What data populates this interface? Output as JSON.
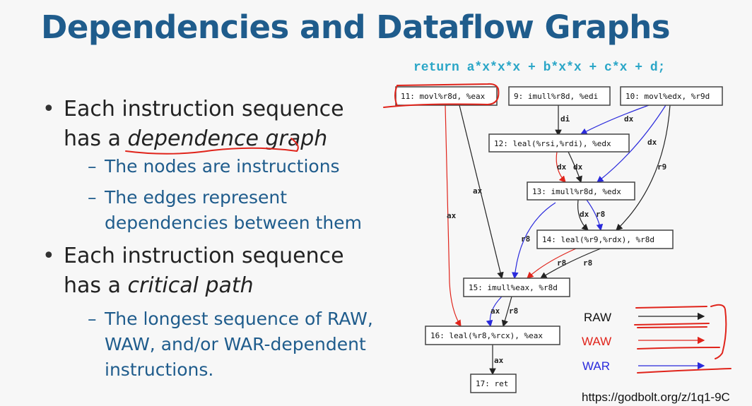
{
  "slide": {
    "title": "Dependencies and Dataflow Graphs",
    "bullets": [
      {
        "pre": "Each instruction sequence has a ",
        "emph": "dependence graph",
        "sub": [
          "The nodes are instructions",
          "The edges represent dependencies between them"
        ]
      },
      {
        "pre": "Each instruction sequence has a ",
        "emph": "critical path",
        "sub": [
          "The longest sequence of RAW, WAW, and/or WAR-dependent instructions."
        ]
      }
    ],
    "code": "return a*x*x*x + b*x*x + c*x + d;",
    "url": "https://godbolt.org/z/1q1-9C"
  },
  "graph": {
    "nodes": [
      {
        "id": "n11",
        "label": "11: movl%r8d, %eax"
      },
      {
        "id": "n9",
        "label": "9: imull%r8d, %edi"
      },
      {
        "id": "n10",
        "label": "10: movl%edx, %r9d"
      },
      {
        "id": "n12",
        "label": "12: leal(%rsi,%rdi), %edx"
      },
      {
        "id": "n13",
        "label": "13: imull%r8d, %edx"
      },
      {
        "id": "n14",
        "label": "14: leal(%r9,%rdx), %r8d"
      },
      {
        "id": "n15",
        "label": "15: imull%eax, %r8d"
      },
      {
        "id": "n16",
        "label": "16: leal(%r8,%rcx), %eax"
      },
      {
        "id": "n17",
        "label": "17: ret"
      }
    ],
    "edge_labels": {
      "e9_12": "di",
      "e10_12": "dx",
      "e10_13": "dx",
      "e10_14": "r9",
      "e12_13_red": "dx",
      "e12_13_black": "dx",
      "e11_15": "ax",
      "e11_16": "ax",
      "e13_14_black": "dx",
      "e13_14_blue": "r8",
      "e13_15": "r8",
      "e14_15_red": "r8",
      "e14_15_black": "r8",
      "e15_16_blue": "ax",
      "e15_16_black": "r8",
      "e16_17": "ax"
    }
  },
  "legend": [
    {
      "label": "RAW",
      "color": "#000000"
    },
    {
      "label": "WAW",
      "color": "#e0241b"
    },
    {
      "label": "WAR",
      "color": "#2a2adc"
    }
  ],
  "colors": {
    "title": "#1f5c8c",
    "subbullet": "#1f5c8c",
    "code": "#2aa6c7",
    "annotation": "#e0241b"
  }
}
